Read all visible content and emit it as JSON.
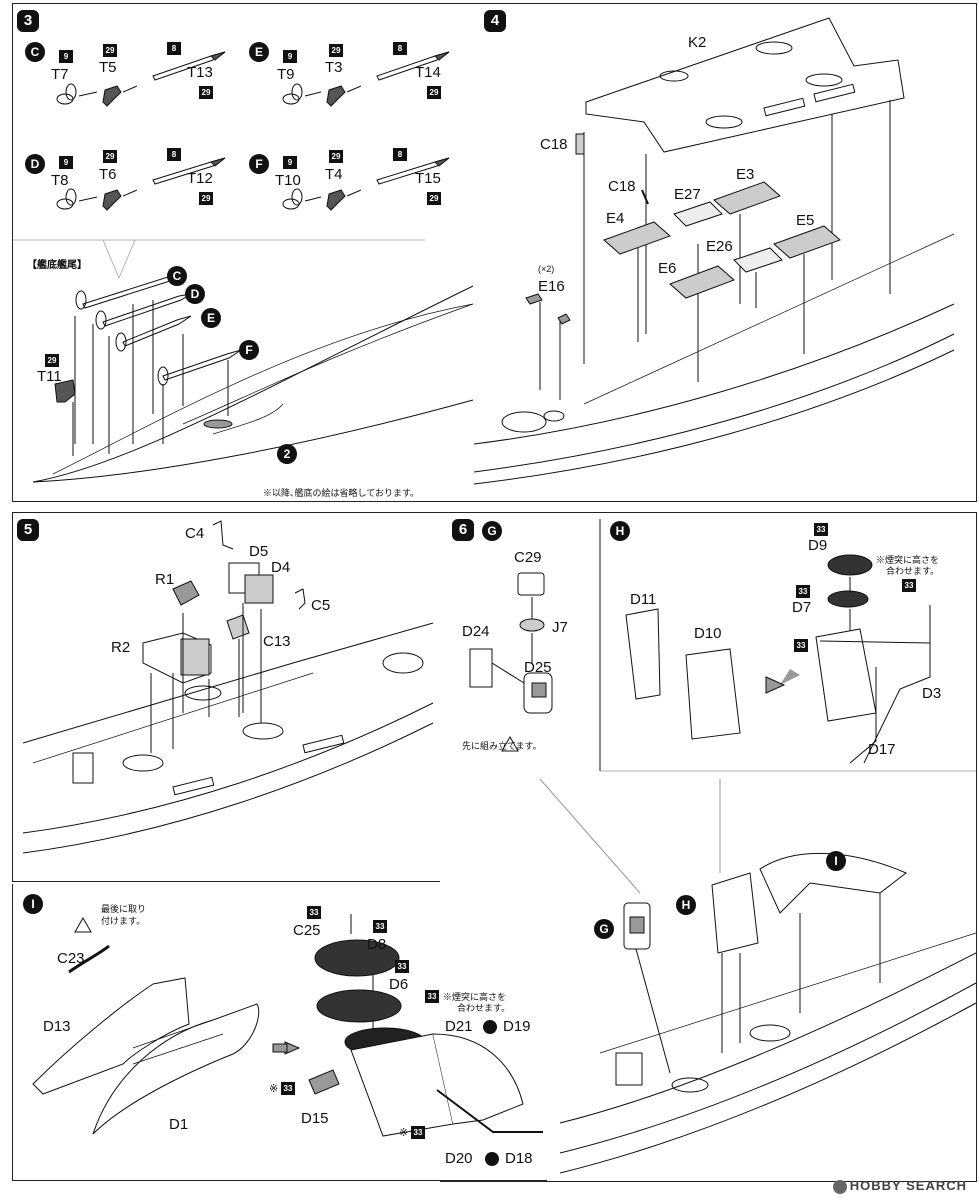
{
  "steps": {
    "s3": {
      "num": "3",
      "rows": [
        {
          "sub": "C",
          "tags": [
            "9",
            "29",
            "8"
          ],
          "parts": [
            "T7",
            "T5",
            "T13"
          ],
          "tag2": "29"
        },
        {
          "sub": "E",
          "tags": [
            "9",
            "29",
            "8"
          ],
          "parts": [
            "T9",
            "T3",
            "T14"
          ],
          "tag2": "29"
        },
        {
          "sub": "D",
          "tags": [
            "9",
            "29",
            "8"
          ],
          "parts": [
            "T8",
            "T6",
            "T12"
          ],
          "tag2": "29"
        },
        {
          "sub": "F",
          "tags": [
            "9",
            "29",
            "8"
          ],
          "parts": [
            "T10",
            "T4",
            "T15"
          ],
          "tag2": "29"
        }
      ],
      "section_title": "【艦底艦尾】",
      "t11_tag": "29",
      "t11": "T11",
      "subs": [
        "C",
        "D",
        "E",
        "F"
      ],
      "circle2": "2",
      "note": "※以降､艦底の絵は省略しております。"
    },
    "s4": {
      "num": "4",
      "labels": [
        "K2",
        "C18",
        "C18",
        "E27",
        "E3",
        "E4",
        "E26",
        "E5",
        "E6",
        "(×2)",
        "E16"
      ]
    },
    "s5": {
      "num": "5",
      "labels": [
        "C4",
        "D5",
        "D4",
        "R1",
        "C5",
        "C13",
        "R2"
      ]
    },
    "s6": {
      "num": "6",
      "subG": "G",
      "subH": "H",
      "g_labels": [
        "C29",
        "J7",
        "D24",
        "D25"
      ],
      "g_note": "先に組み立てます。",
      "h_labels": [
        "D11",
        "D10",
        "D9",
        "D7",
        "D3",
        "D17"
      ],
      "h_tags": [
        "33",
        "33",
        "33",
        "33"
      ],
      "h_note1": "※煙突に高さを",
      "h_note2": "合わせます。"
    },
    "sI": {
      "sub": "I",
      "note1": "最後に取り",
      "note2": "付けます。",
      "labels_left": [
        "C23",
        "D13",
        "D1"
      ],
      "labels_right": [
        "C25",
        "D8",
        "D6",
        "D21",
        "D19",
        "D15",
        "D20",
        "D18"
      ],
      "tags": [
        "33",
        "33",
        "33",
        "33",
        "33",
        "33"
      ],
      "mark": "※",
      "note3": "※煙突に高さを",
      "note4": "合わせます。"
    },
    "assembly": {
      "subs": [
        "I",
        "G",
        "H"
      ]
    }
  },
  "watermark": "HOBBY SEARCH"
}
